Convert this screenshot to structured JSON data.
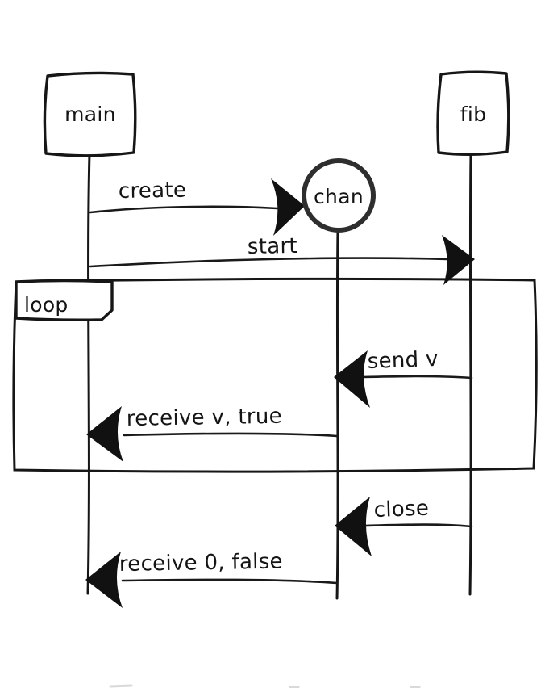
{
  "diagram_type": "sequence-diagram",
  "colors": {
    "ink": "#161616",
    "circle_ink": "#2e2e2e",
    "background": "#ffffff"
  },
  "participants": [
    {
      "id": "main",
      "shape": "box",
      "label": "main"
    },
    {
      "id": "chan",
      "shape": "circle",
      "label": "chan"
    },
    {
      "id": "fib",
      "shape": "box",
      "label": "fib"
    }
  ],
  "messages": [
    {
      "from": "main",
      "to": "chan",
      "label": "create"
    },
    {
      "from": "main",
      "to": "fib",
      "label": "start"
    },
    {
      "from": "fib",
      "to": "chan",
      "label": "send v"
    },
    {
      "from": "chan",
      "to": "main",
      "label": "receive v, true"
    },
    {
      "from": "fib",
      "to": "chan",
      "label": "close"
    },
    {
      "from": "chan",
      "to": "main",
      "label": "receive 0, false"
    }
  ],
  "fragment": {
    "label": "loop",
    "contains": [
      "send v",
      "receive v, true"
    ]
  }
}
